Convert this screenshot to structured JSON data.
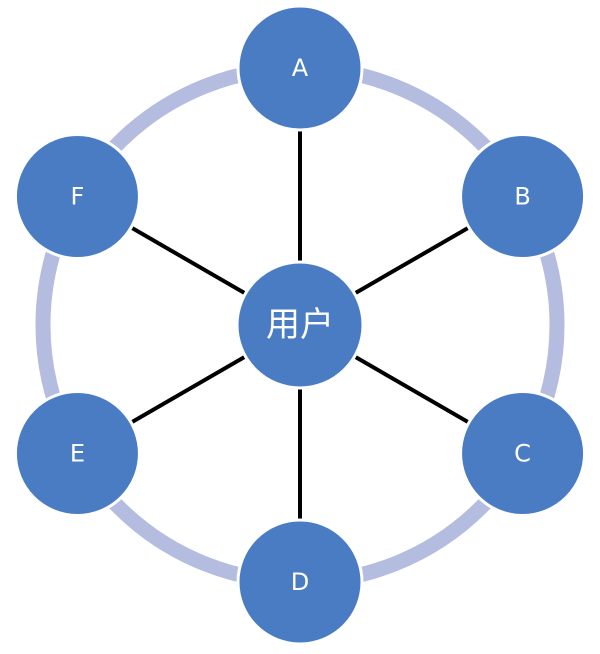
{
  "diagram": {
    "center": {
      "label": "用户"
    },
    "nodes": [
      {
        "id": "A",
        "label": "A"
      },
      {
        "id": "B",
        "label": "B"
      },
      {
        "id": "C",
        "label": "C"
      },
      {
        "id": "D",
        "label": "D"
      },
      {
        "id": "E",
        "label": "E"
      },
      {
        "id": "F",
        "label": "F"
      }
    ],
    "colors": {
      "node_fill": "#4a7cc4",
      "node_stroke": "#ffffff",
      "ring": "#b4bde0",
      "spoke": "#000000"
    }
  }
}
